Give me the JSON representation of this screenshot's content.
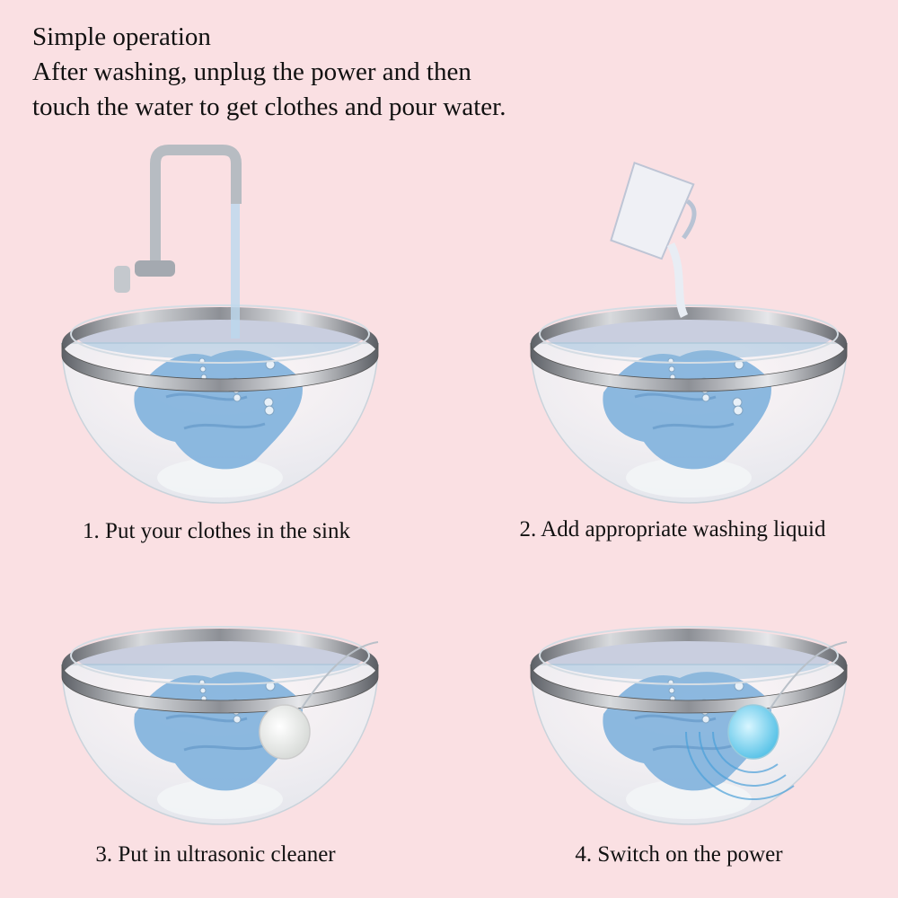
{
  "intro": {
    "title": "Simple operation",
    "line1": "After washing, unplug the power and then",
    "line2": "touch the water to get clothes and pour water."
  },
  "steps": [
    {
      "caption": "1. Put your clothes in the sink",
      "illustration": "faucet-icon"
    },
    {
      "caption": "2. Add appropriate washing liquid",
      "illustration": "measuring-cup-icon"
    },
    {
      "caption": "3. Put in ultrasonic cleaner",
      "illustration": "ultrasonic-cleaner-icon"
    },
    {
      "caption": "4. Switch on the power",
      "illustration": "ultrasonic-waves-icon"
    }
  ],
  "colors": {
    "background": "#fae0e3",
    "clothes": "#7fb1dd",
    "rim": "#8a8d92"
  }
}
